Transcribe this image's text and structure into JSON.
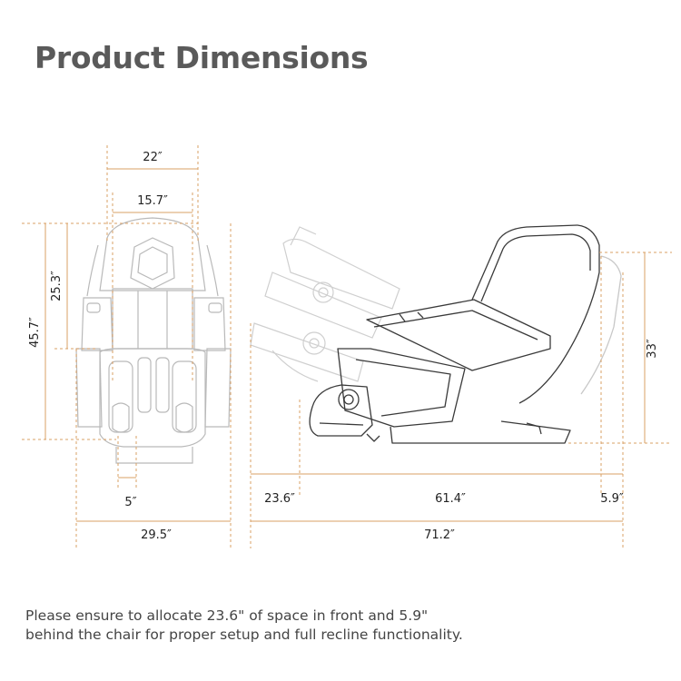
{
  "title": "Product Dimensions",
  "dimensions": {
    "front_outer_width": "22″",
    "front_inner_width": "15.7″",
    "front_total_height": "45.7″",
    "front_backrest_height": "25.3″",
    "front_footrest_gap": "5″",
    "front_base_width": "29.5″",
    "side_front_clearance": "23.6″",
    "side_chair_length": "61.4″",
    "side_back_clearance": "5.9″",
    "side_total_length": "71.2″",
    "side_height": "33″"
  },
  "note": {
    "line1": "Please ensure to allocate 23.6\" of space in front and 5.9\"",
    "line2": "behind the chair for proper setup and full recline functionality."
  },
  "colors": {
    "dimension_line": "#d9a066",
    "chair_outline": "#3a3a3a",
    "ghost_outline": "#c8c8c8",
    "title": "#5a5a5a"
  }
}
